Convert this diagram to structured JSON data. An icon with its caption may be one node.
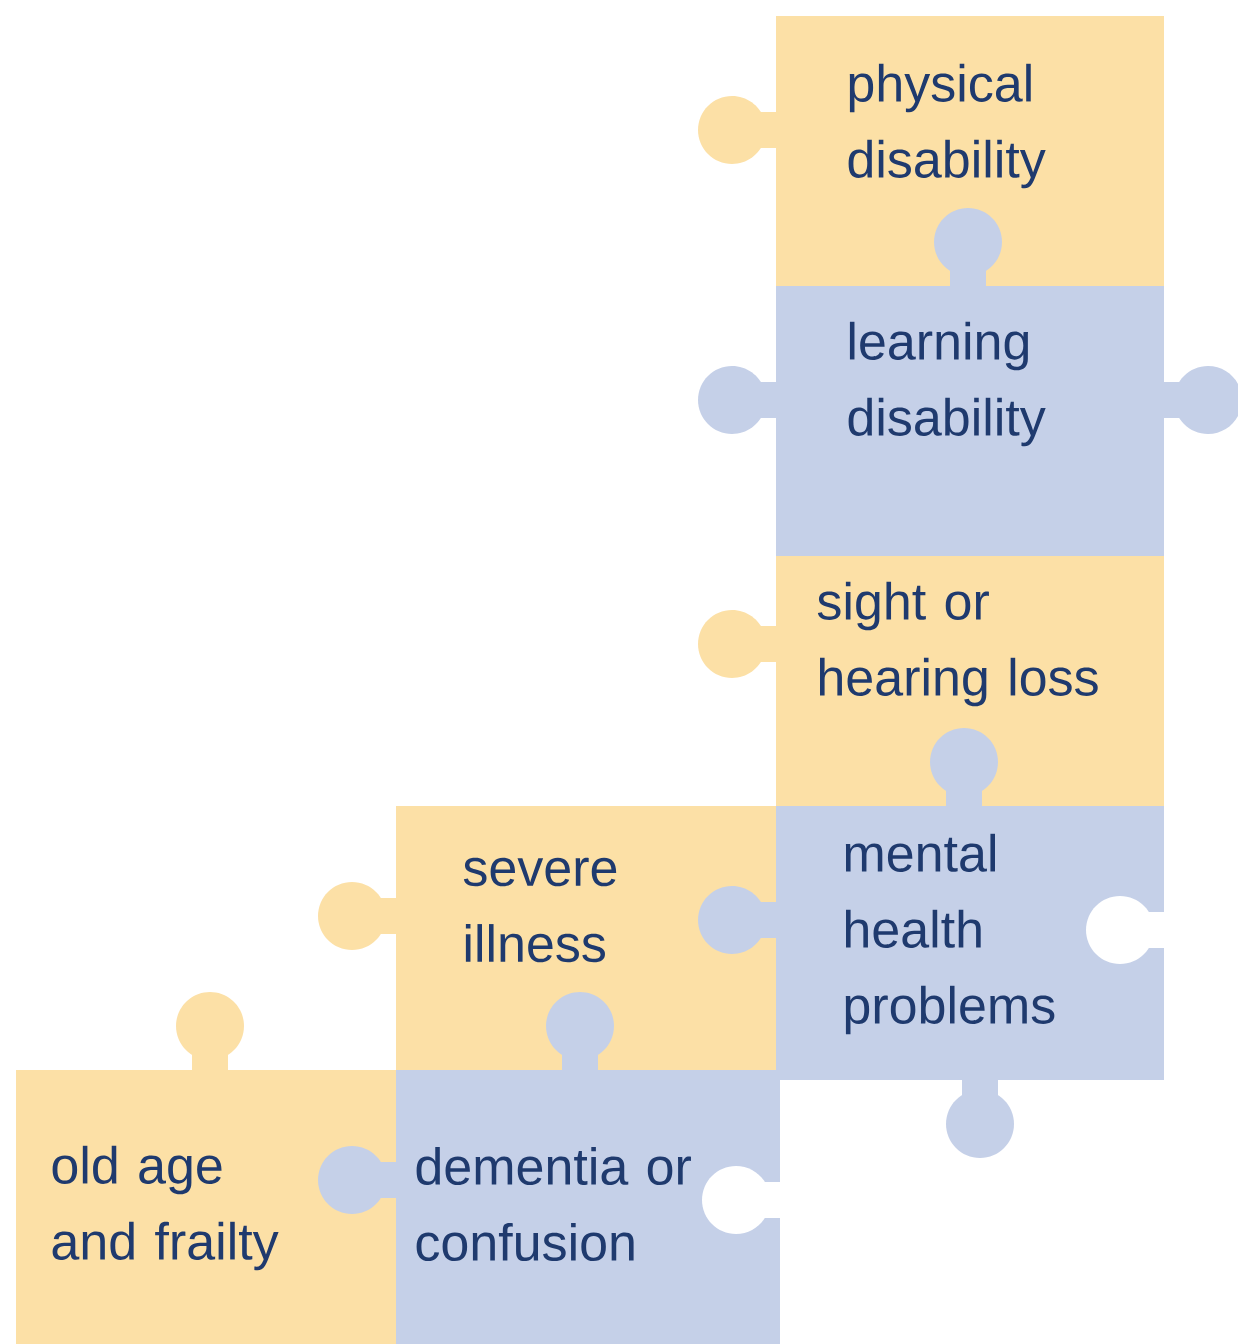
{
  "diagram": {
    "nodes": [
      {
        "text": [
          "physical disability"
        ]
      },
      {
        "text": [
          "learning disability"
        ]
      },
      {
        "text": [
          "sight or hearing loss"
        ]
      },
      {
        "text": [
          "severe illness"
        ]
      },
      {
        "text": [
          "mental health problems"
        ]
      },
      {
        "text": [
          "old age and frailty"
        ]
      },
      {
        "text": [
          "dementia or confusion"
        ]
      }
    ]
  }
}
